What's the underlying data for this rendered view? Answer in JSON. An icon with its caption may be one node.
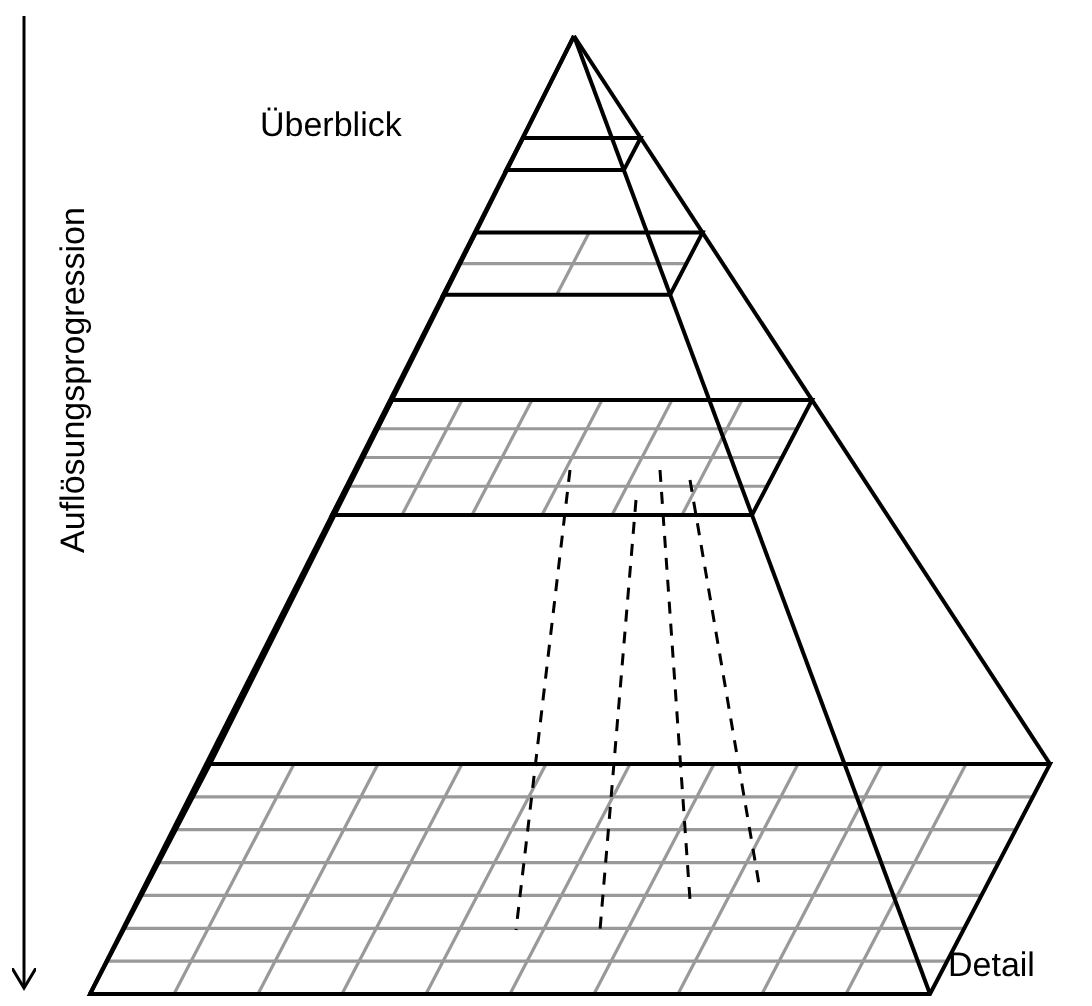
{
  "diagram": {
    "labels": [
      "Überblick",
      "Auflösungsprogression",
      "Detail"
    ]
  }
}
